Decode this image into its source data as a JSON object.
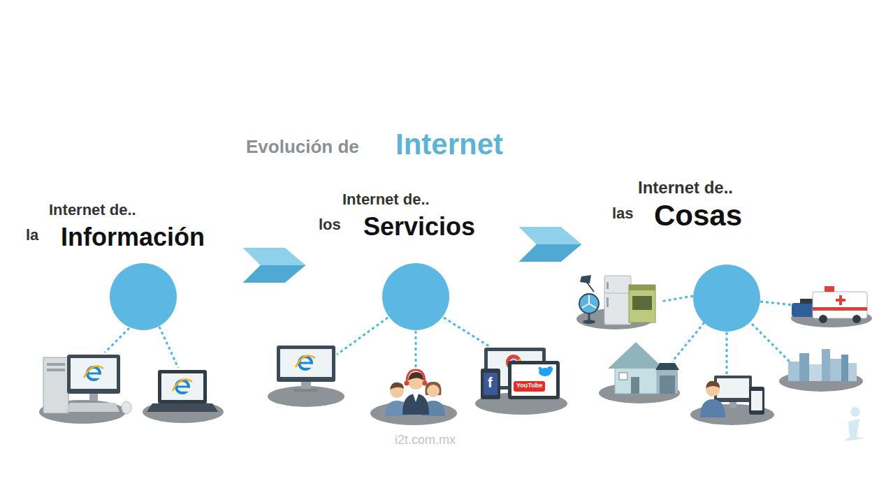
{
  "diagram": {
    "nodes": [
      {
        "text": [
          "Internet de..",
          "la",
          "Información"
        ]
      },
      {
        "text": [
          "Internet de..",
          "los",
          "Servicios"
        ]
      },
      {
        "text": [
          "Internet de..",
          "las",
          "Cosas"
        ]
      }
    ],
    "edges": [
      {
        "from": 0,
        "to": 1,
        "arrow": "to"
      },
      {
        "from": 1,
        "to": 2,
        "arrow": "to"
      }
    ],
    "labels": [
      "Evolución de",
      "Internet",
      "f",
      "YouTube",
      "i2t.com.mx"
    ]
  }
}
